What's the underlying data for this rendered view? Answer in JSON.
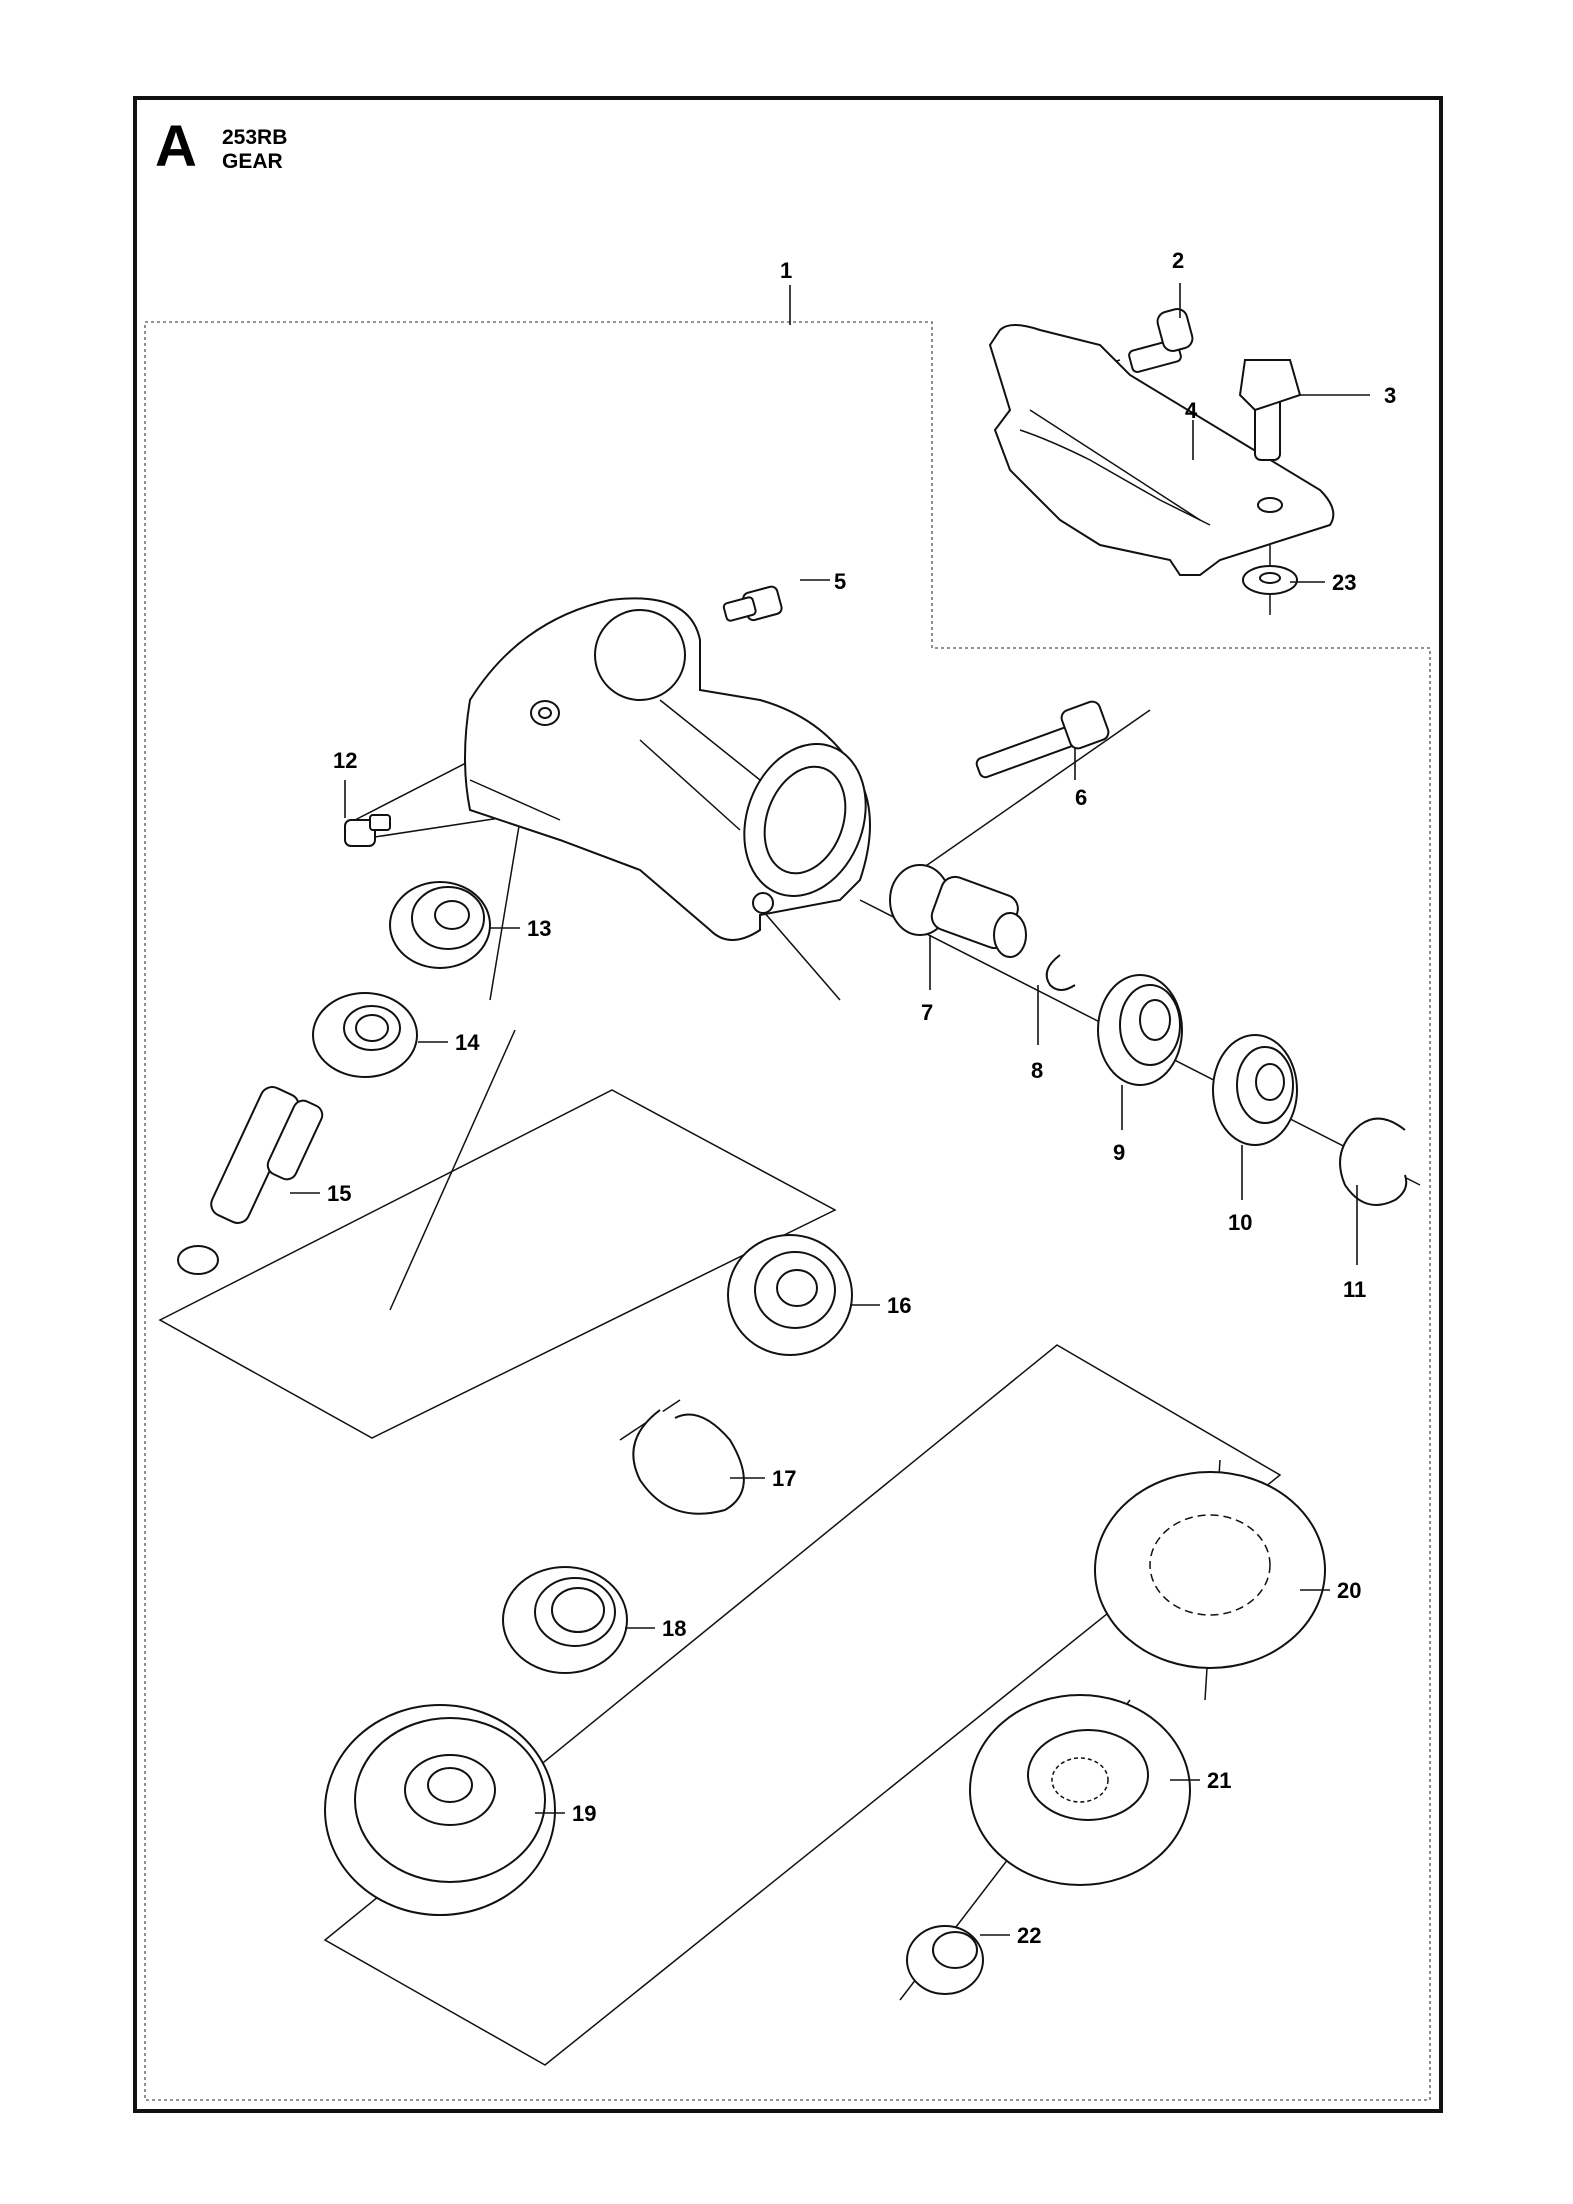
{
  "header": {
    "section_letter": "A",
    "model": "253RB",
    "group": "GEAR"
  },
  "callouts": [
    {
      "id": "1",
      "text": "1"
    },
    {
      "id": "2",
      "text": "2"
    },
    {
      "id": "3",
      "text": "3"
    },
    {
      "id": "4",
      "text": "4"
    },
    {
      "id": "5",
      "text": "5"
    },
    {
      "id": "6",
      "text": "6"
    },
    {
      "id": "7",
      "text": "7"
    },
    {
      "id": "8",
      "text": "8"
    },
    {
      "id": "9",
      "text": "9"
    },
    {
      "id": "10",
      "text": "10"
    },
    {
      "id": "11",
      "text": "11"
    },
    {
      "id": "12",
      "text": "12"
    },
    {
      "id": "13",
      "text": "13"
    },
    {
      "id": "14",
      "text": "14"
    },
    {
      "id": "15",
      "text": "15"
    },
    {
      "id": "16",
      "text": "16"
    },
    {
      "id": "17",
      "text": "17"
    },
    {
      "id": "18",
      "text": "18"
    },
    {
      "id": "19",
      "text": "19"
    },
    {
      "id": "20",
      "text": "20"
    },
    {
      "id": "21",
      "text": "21"
    },
    {
      "id": "22",
      "text": "22"
    },
    {
      "id": "23",
      "text": "23"
    }
  ]
}
